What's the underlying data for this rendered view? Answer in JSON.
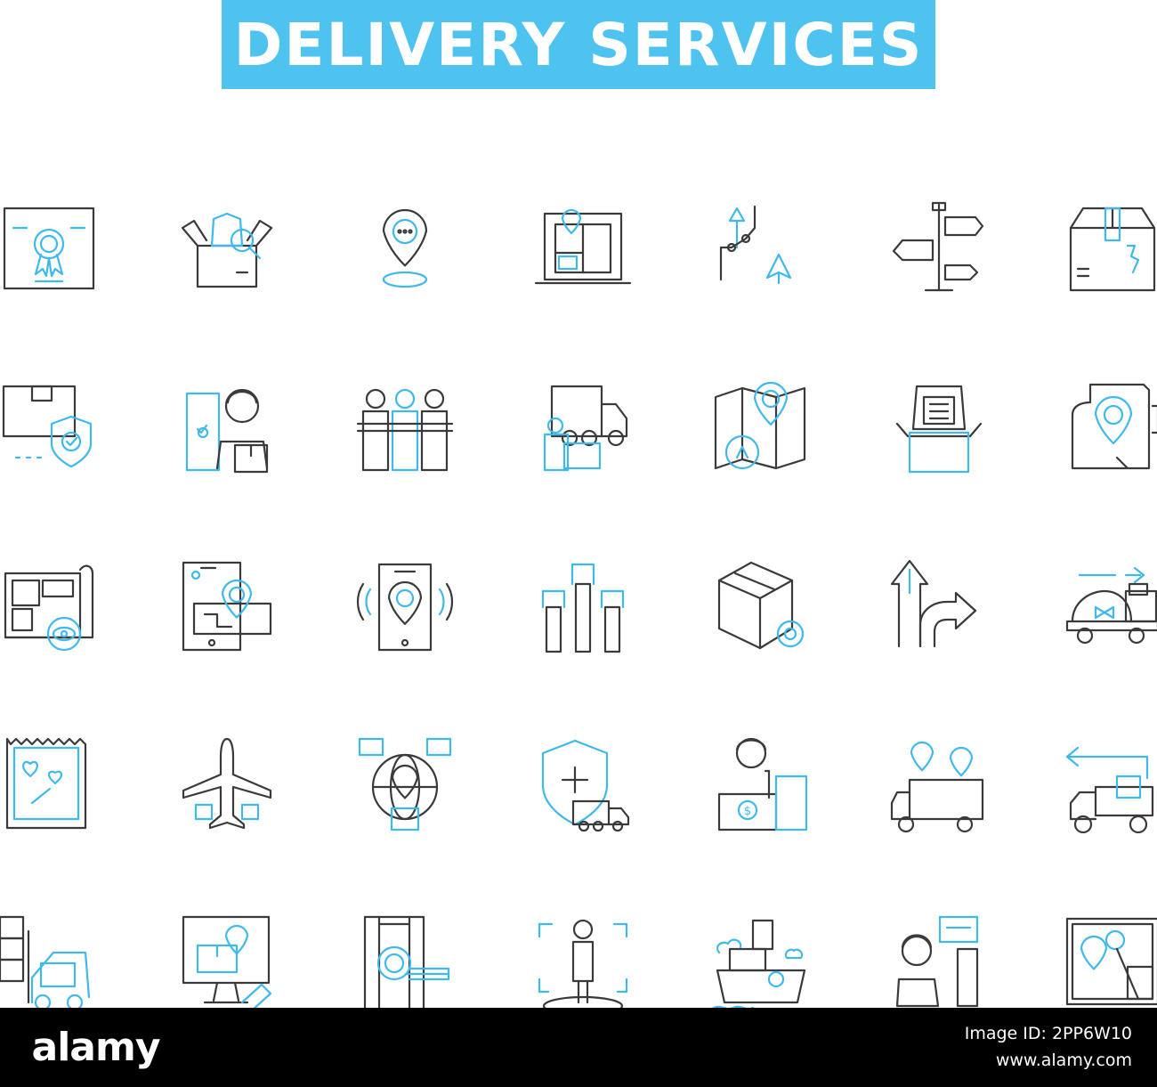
{
  "title": "DELIVERY SERVICES",
  "colors": {
    "accent": "#4fc3f0",
    "line": "#3a3a3a",
    "blue": "#3fb9ec",
    "footer_bg": "#000000"
  },
  "icons": [
    "certificate-icon",
    "package-search-icon",
    "map-pin-icon",
    "laptop-map-icon",
    "route-arrows-icon",
    "signpost-icon",
    "fragile-box-icon",
    "package-protection-icon",
    "courier-checklist-icon",
    "delivery-team-icon",
    "courier-truck-icon",
    "map-compass-icon",
    "open-box-icon",
    "route-pin-icon",
    "blueprint-view-icon",
    "phone-map-pin-icon",
    "phone-location-icon",
    "raised-hands-icon",
    "package-tape-icon",
    "split-arrows-icon",
    "food-delivery-truck-icon",
    "gift-bag-icon",
    "cargo-plane-icon",
    "global-shipping-icon",
    "shield-truck-icon",
    "courier-payment-icon",
    "truck-locations-icon",
    "return-truck-icon",
    "forklift-icon",
    "computer-tracking-icon",
    "phone-search-icon",
    "person-target-icon",
    "cargo-ship-icon",
    "customer-support-icon",
    "tablet-map-icon"
  ],
  "footer": {
    "brand": "alamy",
    "image_id_label": "Image ID: 2PP6W10",
    "url": "www.alamy.com"
  }
}
